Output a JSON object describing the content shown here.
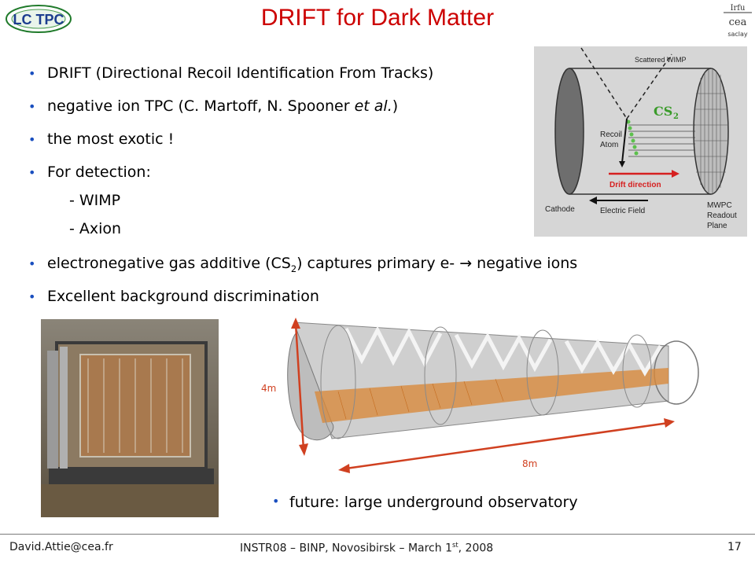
{
  "slide": {
    "title": "DRIFT for Dark Matter",
    "logo_text": "LC TPC",
    "org_logo": {
      "line1": "Irfu",
      "line2": "cea",
      "line3": "saclay"
    }
  },
  "bullets": [
    {
      "text": "DRIFT (Directional Recoil Identification From Tracks)"
    },
    {
      "pre": "negative ion TPC (C. Martoff, N. Spooner ",
      "italic": "et al.",
      "post": ")"
    },
    {
      "text": "the most exotic !"
    },
    {
      "text": "For detection:"
    },
    {
      "pre": "electronegative gas additive (CS",
      "sub": "2",
      "post": ") captures primary e-  →  negative ions"
    },
    {
      "text": "Excellent background discrimination"
    }
  ],
  "sub_items": [
    "- WIMP",
    "- Axion"
  ],
  "diagram": {
    "scattered": "Scattered WIMP",
    "cs2": "CS",
    "cs2_sub": "2",
    "recoil": "Recoil",
    "atom": "Atom",
    "drift": "Drift direction",
    "field": "Electric Field",
    "cathode": "Cathode",
    "mwpc1": "MWPC",
    "mwpc2": "Readout",
    "mwpc3": "Plane"
  },
  "tube": {
    "height_label": "4m",
    "length_label": "8m"
  },
  "future_bullet": "future: large underground observatory",
  "footer": {
    "email": "David.Attie@cea.fr",
    "conf_pre": "INSTR08 – BINP, Novosibirsk – March 1",
    "conf_sup": "st",
    "conf_post": ", 2008",
    "page": "17"
  },
  "colors": {
    "title": "#cc0000",
    "bullet": "#1a4fbf",
    "arrow": "#d04020"
  }
}
